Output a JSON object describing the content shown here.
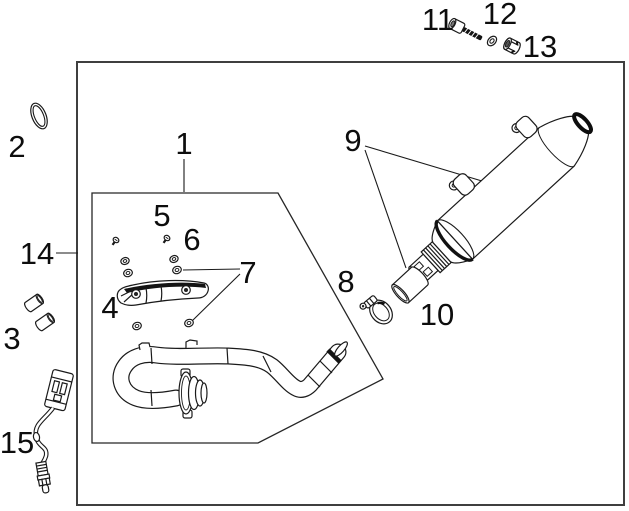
{
  "page": {
    "background": "#ffffff"
  },
  "diagram": {
    "border_color": "#3f3f3f",
    "line_color": "#1a1a1a",
    "part_numbers": [
      "1",
      "2",
      "3",
      "4",
      "5",
      "6",
      "7",
      "8",
      "9",
      "10",
      "11",
      "12",
      "13",
      "14",
      "15"
    ]
  }
}
